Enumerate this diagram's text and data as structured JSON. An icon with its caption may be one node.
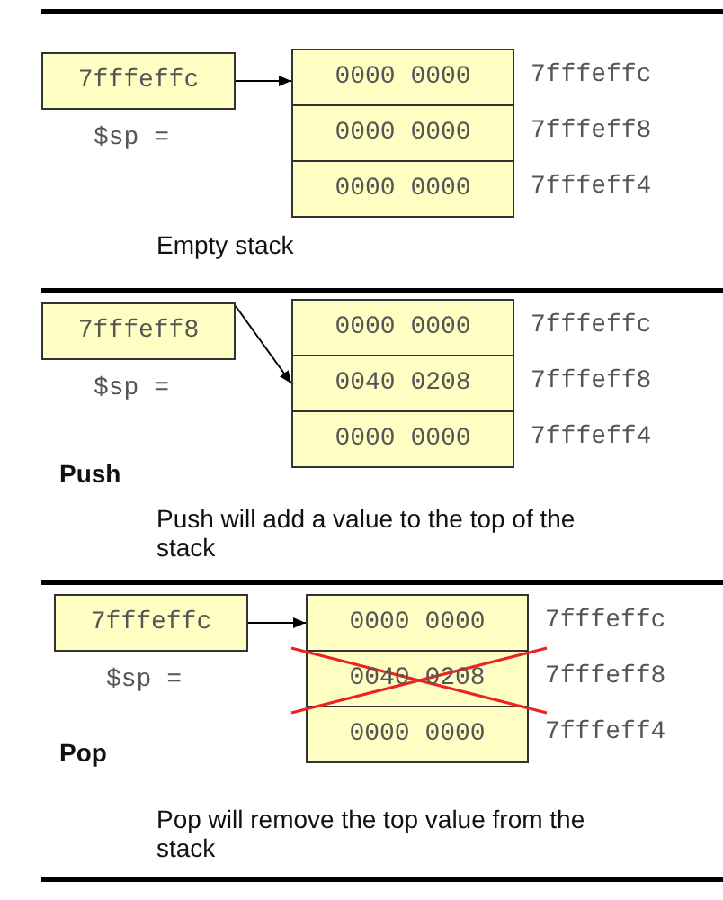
{
  "diagram": {
    "nodes": [
      {
        "text": [
          "7fffeffc"
        ],
        "beside": [
          "$sp ="
        ]
      },
      {
        "text": [
          "0000 0000"
        ],
        "beside": [
          "7fffeffc"
        ]
      },
      {
        "text": [
          "0000 0000"
        ],
        "beside": [
          "7fffeff8"
        ]
      },
      {
        "text": [
          "0000 0000"
        ],
        "beside": [
          "7fffeff4"
        ]
      },
      {
        "text": [
          "7fffeff8"
        ],
        "beside": [
          "$sp ="
        ]
      },
      {
        "text": [
          "0000 0000"
        ],
        "beside": [
          "7fffeffc"
        ]
      },
      {
        "text": [
          "0040 0208"
        ],
        "beside": [
          "7fffeff8"
        ]
      },
      {
        "text": [
          "0000 0000"
        ],
        "beside": [
          "7fffeff4"
        ]
      },
      {
        "text": [
          "7fffeffc"
        ],
        "beside": [
          "$sp ="
        ]
      },
      {
        "text": [
          "0000 0000"
        ],
        "beside": [
          "7fffeffc"
        ]
      },
      {
        "text": [
          "0040 0208"
        ],
        "beside": [
          "7fffeff8"
        ]
      },
      {
        "text": [
          "0000 0000"
        ],
        "beside": [
          "7fffeff4"
        ]
      }
    ],
    "edges": [
      {
        "from": 0,
        "to": 1,
        "arrow": "to"
      },
      {
        "from": 4,
        "to": 6,
        "arrow": "to"
      },
      {
        "from": 8,
        "to": 9,
        "arrow": "to"
      }
    ],
    "labels": [
      "Empty stack",
      "Push",
      "Push will add a value to the top of the stack",
      "Pop",
      "Pop will remove the top value from the stack"
    ]
  }
}
